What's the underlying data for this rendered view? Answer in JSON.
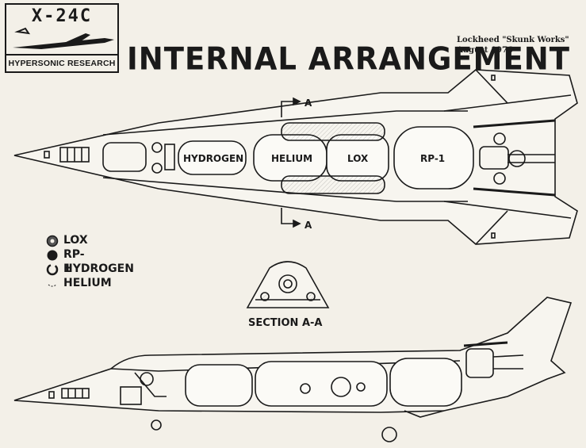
{
  "logo": {
    "title": "X-24C",
    "subtitle": "HYPERSONIC RESEARCH"
  },
  "header": {
    "title": "INTERNAL ARRANGEMENT",
    "credit_line1": "Lockheed \"Skunk Works\"",
    "credit_line2": "August 1976"
  },
  "top_view": {
    "tanks": [
      "HYDROGEN",
      "HELIUM",
      "LOX",
      "RP-1"
    ],
    "section_marker": "A"
  },
  "legend": {
    "items": [
      {
        "label": "LOX",
        "icon": "lox-symbol"
      },
      {
        "label": "RP-1",
        "icon": "rp1-symbol"
      },
      {
        "label": "HYDROGEN",
        "icon": "hydrogen-symbol"
      },
      {
        "label": "HELIUM",
        "icon": "helium-symbol"
      }
    ]
  },
  "section": {
    "label": "SECTION A-A"
  },
  "colors": {
    "ink": "#1a1a1a",
    "paper": "#f3f0e8"
  }
}
